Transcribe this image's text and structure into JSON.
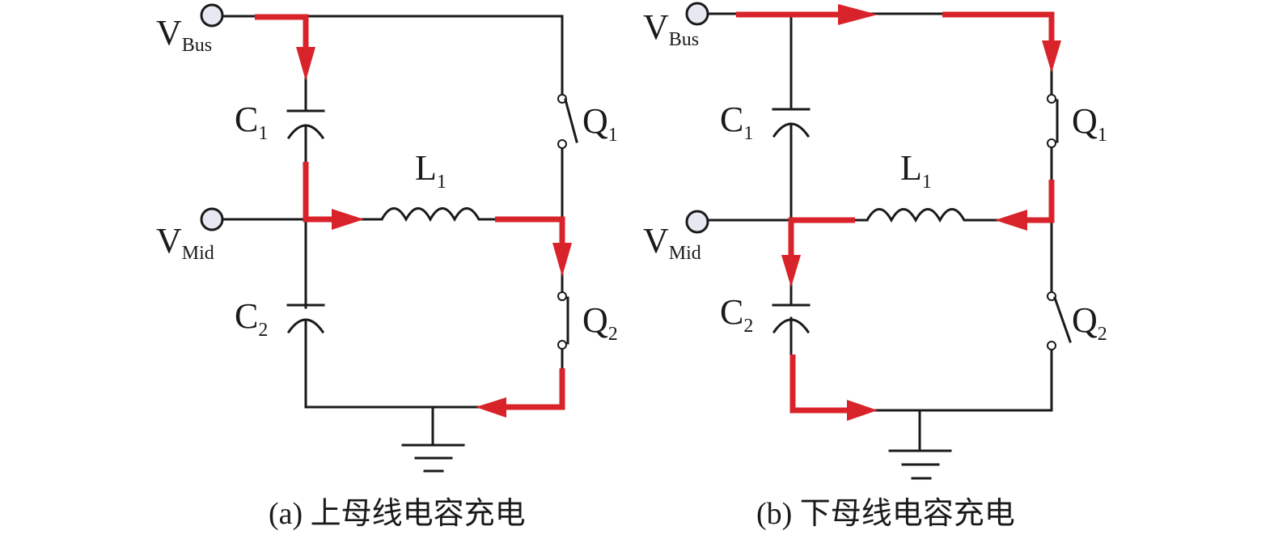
{
  "figure": {
    "panels": [
      {
        "id": "a",
        "caption": "(a) 上母线电容充电",
        "labels": {
          "vbus": {
            "main": "V",
            "sub": "Bus"
          },
          "vmid": {
            "main": "V",
            "sub": "Mid"
          },
          "c1": {
            "main": "C",
            "sub": "1"
          },
          "c2": {
            "main": "C",
            "sub": "2"
          },
          "l1": {
            "main": "L",
            "sub": "1"
          },
          "q1": {
            "main": "Q",
            "sub": "1"
          },
          "q2": {
            "main": "Q",
            "sub": "2"
          }
        },
        "switch_states": {
          "Q1": "open",
          "Q2": "closed"
        },
        "current_path": "V_Bus → C1 → V_Mid node → L1 → Q2 → ground"
      },
      {
        "id": "b",
        "caption": "(b) 下母线电容充电",
        "labels": {
          "vbus": {
            "main": "V",
            "sub": "Bus"
          },
          "vmid": {
            "main": "V",
            "sub": "Mid"
          },
          "c1": {
            "main": "C",
            "sub": "1"
          },
          "c2": {
            "main": "C",
            "sub": "2"
          },
          "l1": {
            "main": "L",
            "sub": "1"
          },
          "q1": {
            "main": "Q",
            "sub": "1"
          },
          "q2": {
            "main": "Q",
            "sub": "2"
          }
        },
        "switch_states": {
          "Q1": "closed",
          "Q2": "open"
        },
        "current_path": "V_Bus → Q1 → L1 → V_Mid node → C2 → ground"
      }
    ],
    "colors": {
      "current_path": "#d9232a",
      "wire": "#1a1a1a",
      "terminal_fill": "#e6e8f2"
    }
  }
}
